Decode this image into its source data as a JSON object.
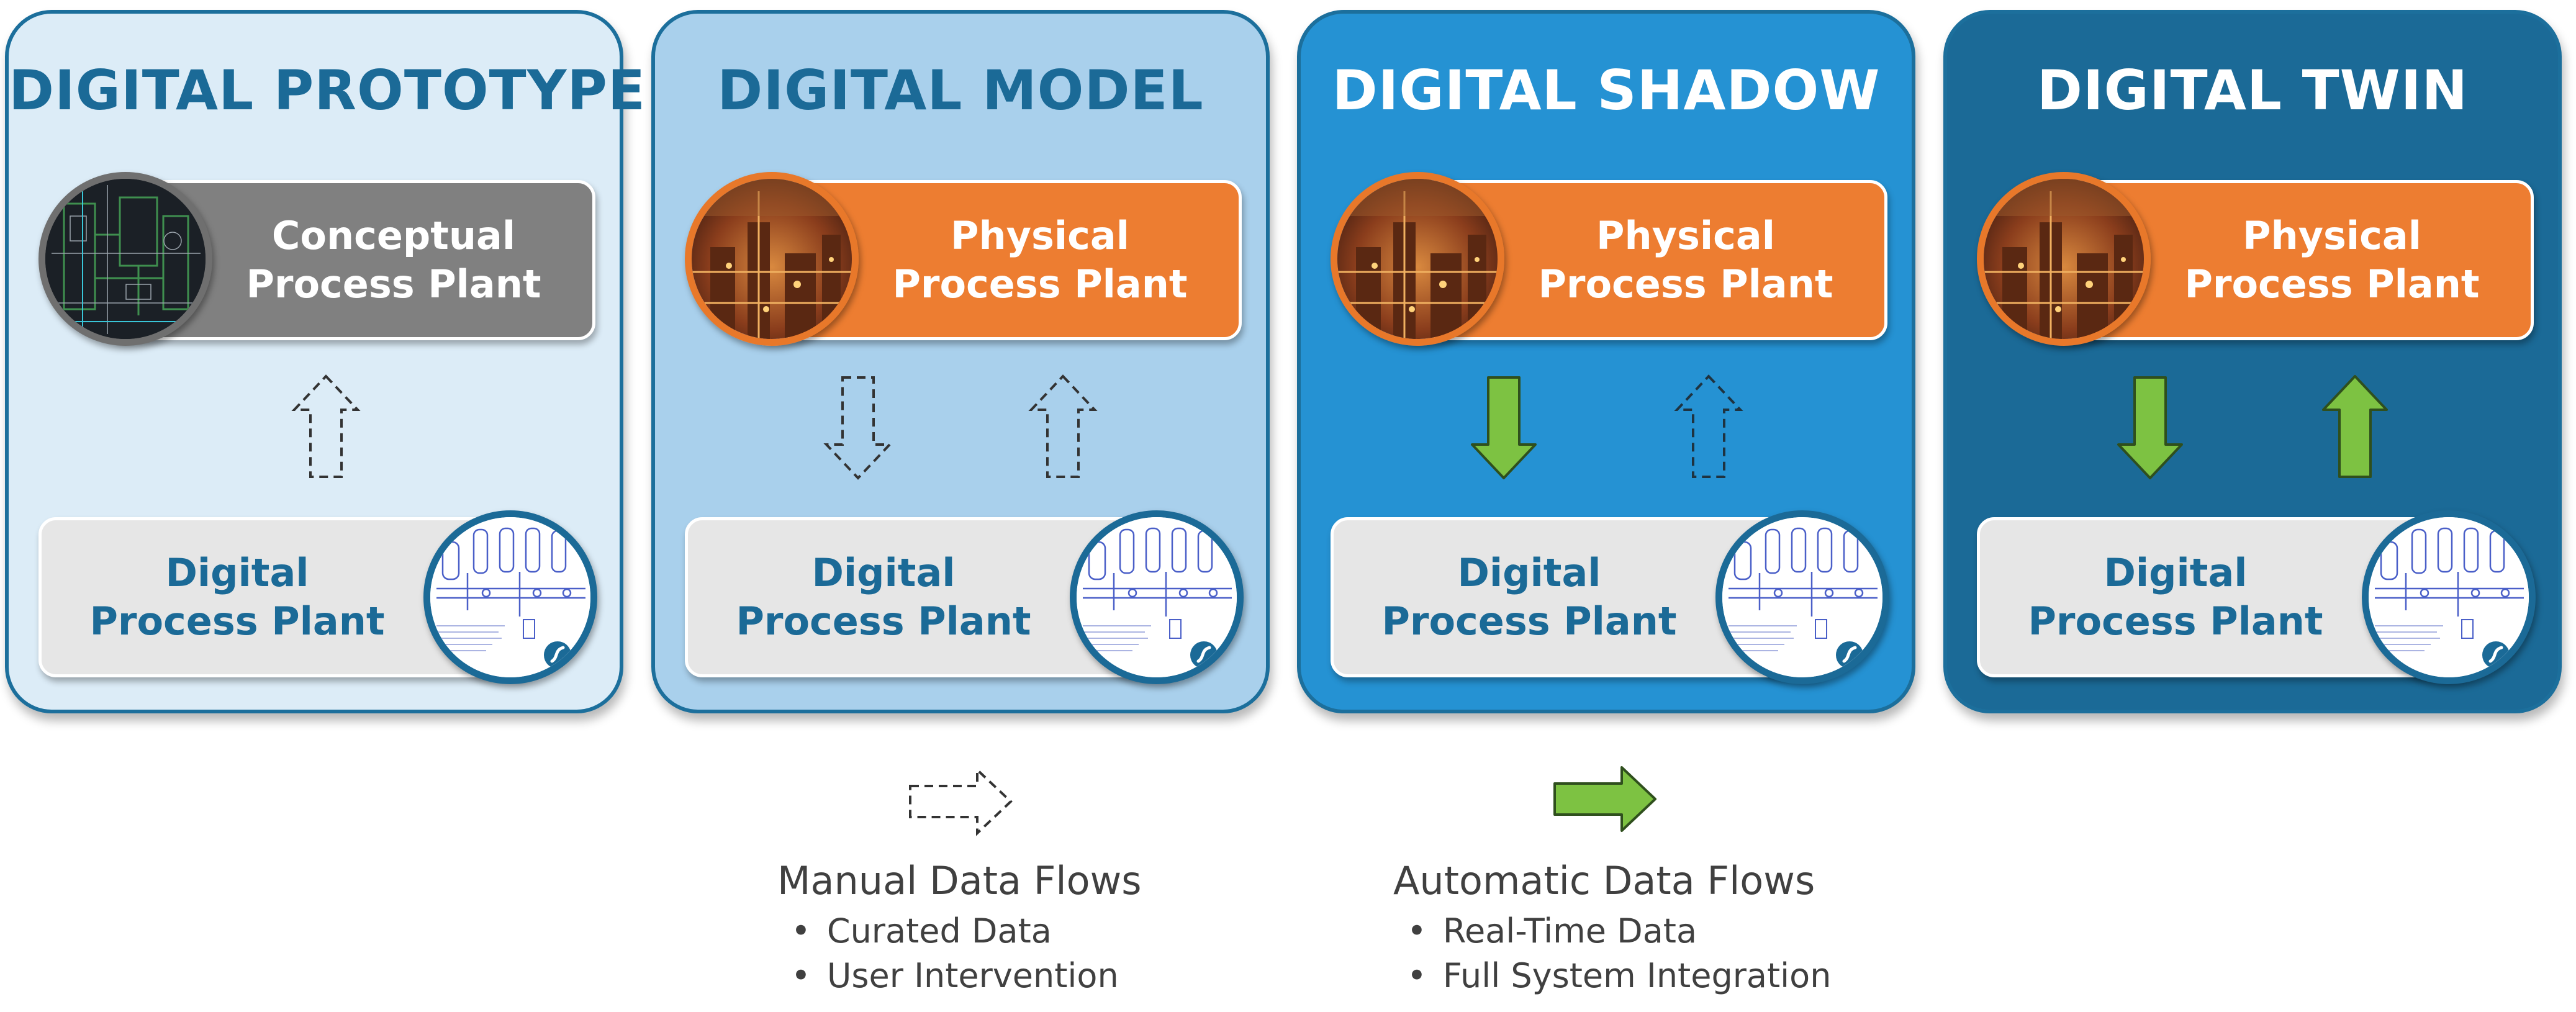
{
  "colors": {
    "panel_prototype": "#dcecf7",
    "panel_model": "#a9d0ec",
    "panel_shadow": "#2592d3",
    "panel_twin": "#1b6a97",
    "title_dark": "#1b6a97",
    "title_light": "#ffffff",
    "physical_orange": "#ed7d31",
    "conceptual_gray": "#808080",
    "digital_box": "#e6e6e6",
    "automatic_green": "#7dc242"
  },
  "panels": [
    {
      "title": "DIGITAL PROTOTYPE",
      "plant_line1": "Conceptual",
      "plant_line2": "Process Plant",
      "plant_icon": "cad-drawing-icon",
      "digital_line1": "Digital",
      "digital_line2": "Process Plant",
      "digital_icon": "process-flow-diagram-icon",
      "arrow_down": "none",
      "arrow_up": "manual"
    },
    {
      "title": "DIGITAL MODEL",
      "plant_line1": "Physical",
      "plant_line2": "Process Plant",
      "plant_icon": "industrial-plant-photo-icon",
      "digital_line1": "Digital",
      "digital_line2": "Process Plant",
      "digital_icon": "process-flow-diagram-icon",
      "arrow_down": "manual",
      "arrow_up": "manual"
    },
    {
      "title": "DIGITAL SHADOW",
      "plant_line1": "Physical",
      "plant_line2": "Process Plant",
      "plant_icon": "industrial-plant-photo-icon",
      "digital_line1": "Digital",
      "digital_line2": "Process Plant",
      "digital_icon": "process-flow-diagram-icon",
      "arrow_down": "automatic",
      "arrow_up": "manual"
    },
    {
      "title": "DIGITAL TWIN",
      "plant_line1": "Physical",
      "plant_line2": "Process Plant",
      "plant_icon": "industrial-plant-photo-icon",
      "digital_line1": "Digital",
      "digital_line2": "Process Plant",
      "digital_icon": "process-flow-diagram-icon",
      "arrow_down": "automatic",
      "arrow_up": "automatic"
    }
  ],
  "legend": {
    "manual": {
      "icon": "dashed-arrow-right-icon",
      "title": "Manual Data Flows",
      "items": [
        "Curated Data",
        "User Intervention"
      ]
    },
    "automatic": {
      "icon": "green-arrow-right-icon",
      "title": "Automatic Data Flows",
      "items": [
        "Real-Time Data",
        "Full System Integration"
      ]
    }
  }
}
